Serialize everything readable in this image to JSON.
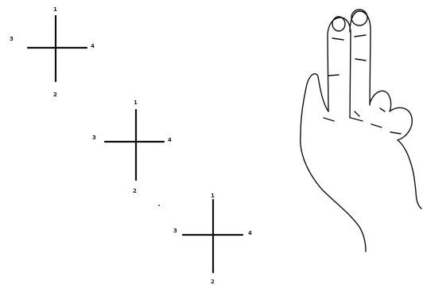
{
  "diagram": {
    "crosses": [
      {
        "top": "1",
        "bottom": "2",
        "left": "3",
        "right": "4"
      },
      {
        "top": "1",
        "bottom": "2",
        "left": "3",
        "right": "4"
      },
      {
        "top": "1",
        "bottom": "2",
        "left": "3",
        "right": "4"
      }
    ],
    "stroke_color": "#111111",
    "background": "#ffffff"
  }
}
